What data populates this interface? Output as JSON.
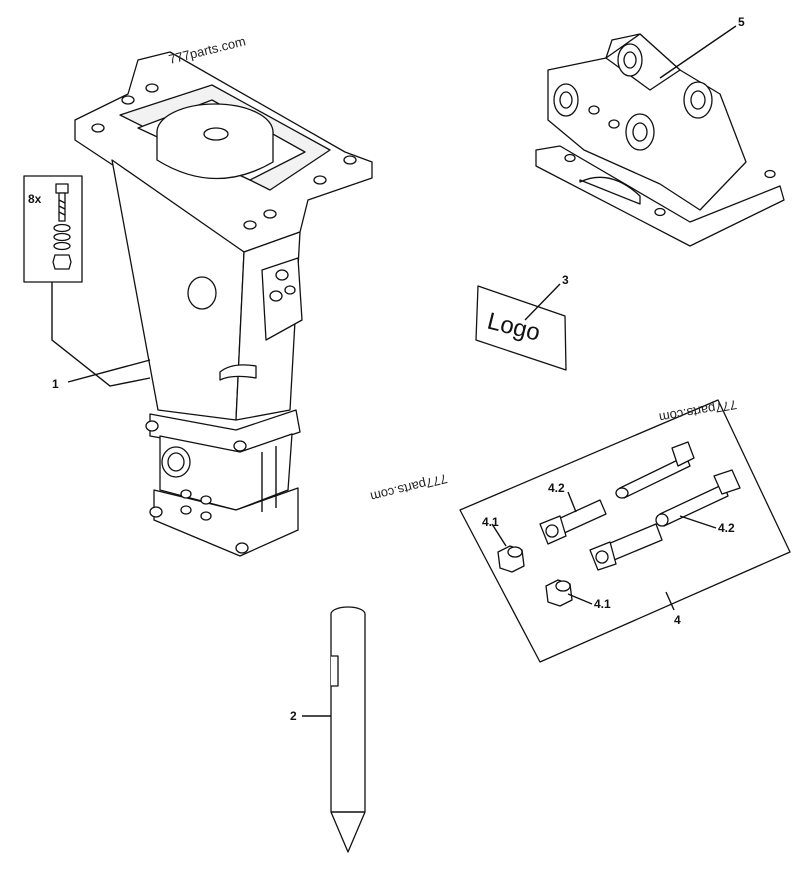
{
  "watermarks": [
    "777parts.com",
    "777parts.com",
    "777parts.com"
  ],
  "callouts": {
    "p1": "1",
    "p2": "2",
    "p3": "3",
    "p4": "4",
    "p4_1a": "4.1",
    "p4_1b": "4.1",
    "p4_2a": "4.2",
    "p4_2b": "4.2",
    "p5": "5"
  },
  "kit_quantity": "8x",
  "logo_text": "Logo"
}
